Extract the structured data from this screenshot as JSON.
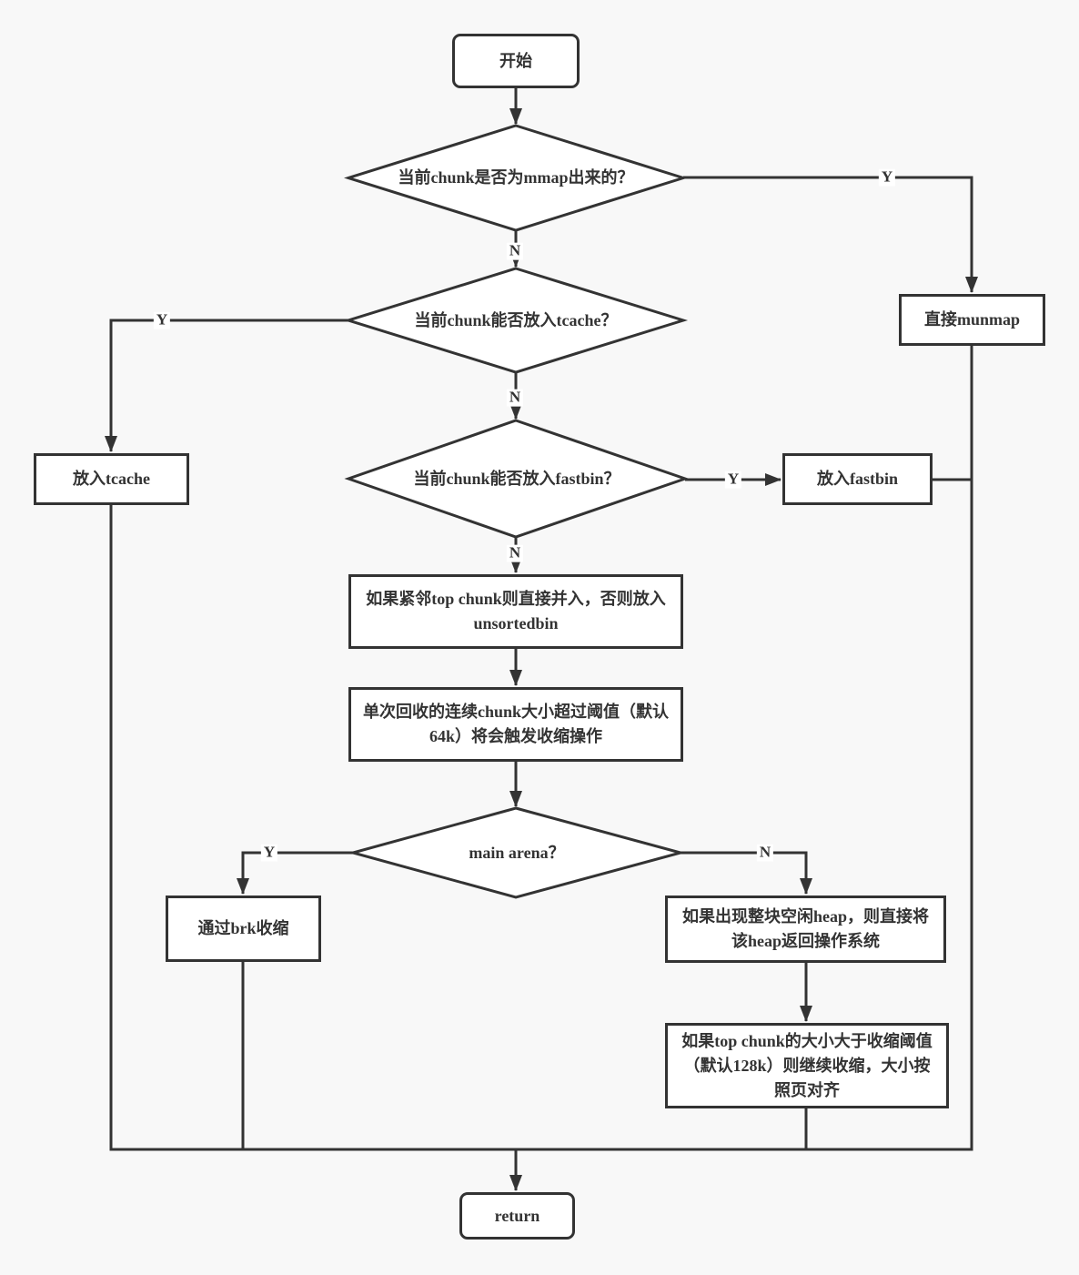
{
  "colors": {
    "background": "#f8f8f8",
    "stroke": "#333333",
    "node_fill": "#ffffff",
    "text": "#333333",
    "edge_label_background": "#ffffff"
  },
  "nodes": {
    "start": {
      "label": "开始"
    },
    "decision_mmap": {
      "label": "当前chunk是否为mmap出来的？"
    },
    "munmap": {
      "label": "直接munmap"
    },
    "decision_tcache": {
      "label": "当前chunk能否放入tcache？"
    },
    "tcache": {
      "label": "放入tcache"
    },
    "decision_fastbin": {
      "label": "当前chunk能否放入fastbin？"
    },
    "fastbin": {
      "label": "放入fastbin"
    },
    "merge_or_unsorted": {
      "label": "如果紧邻top chunk则直接并入，否则放入unsortedbin"
    },
    "shrink_threshold": {
      "label": "单次回收的连续chunk大小超过阈值（默认64k）将会触发收缩操作"
    },
    "decision_main_arena": {
      "label": "main arena？"
    },
    "brk_shrink": {
      "label": "通过brk收缩"
    },
    "return_heap_to_os": {
      "label": "如果出现整块空闲heap，则直接将该heap返回操作系统"
    },
    "topchunk_continue_shrink": {
      "label": "如果top chunk的大小大于收缩阈值（默认128k）则继续收缩，大小按照页对齐"
    },
    "return": {
      "label": "return"
    }
  },
  "edge_labels": {
    "mmap_yes": "Y",
    "mmap_no": "N",
    "tcache_yes": "Y",
    "tcache_no": "N",
    "fastbin_yes": "Y",
    "fastbin_no": "N",
    "arena_yes": "Y",
    "arena_no": "N"
  }
}
